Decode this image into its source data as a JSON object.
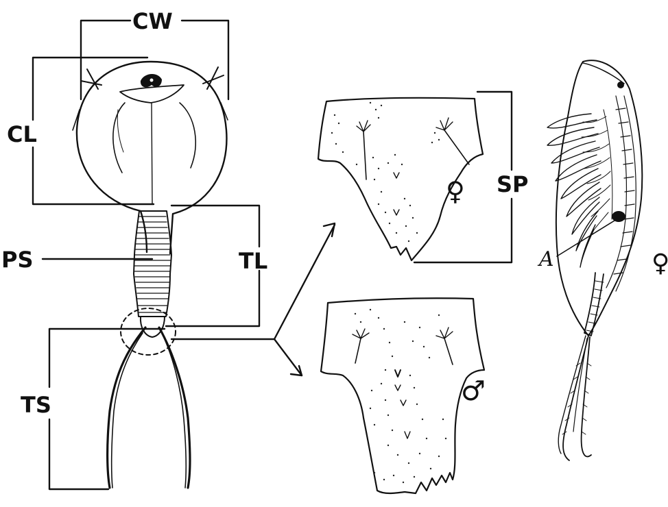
{
  "labels": {
    "cw": "CW",
    "cl": "CL",
    "ps": "PS",
    "tl": "TL",
    "ts": "TS",
    "sp": "SP",
    "a": "A"
  },
  "symbols": {
    "female_plate": "♀",
    "male_plate": "♂",
    "female_whole": "♀"
  },
  "icons": {
    "female": "female-symbol-icon",
    "male": "male-symbol-icon"
  },
  "colors": {
    "ink": "#111111",
    "background": "#ffffff"
  }
}
